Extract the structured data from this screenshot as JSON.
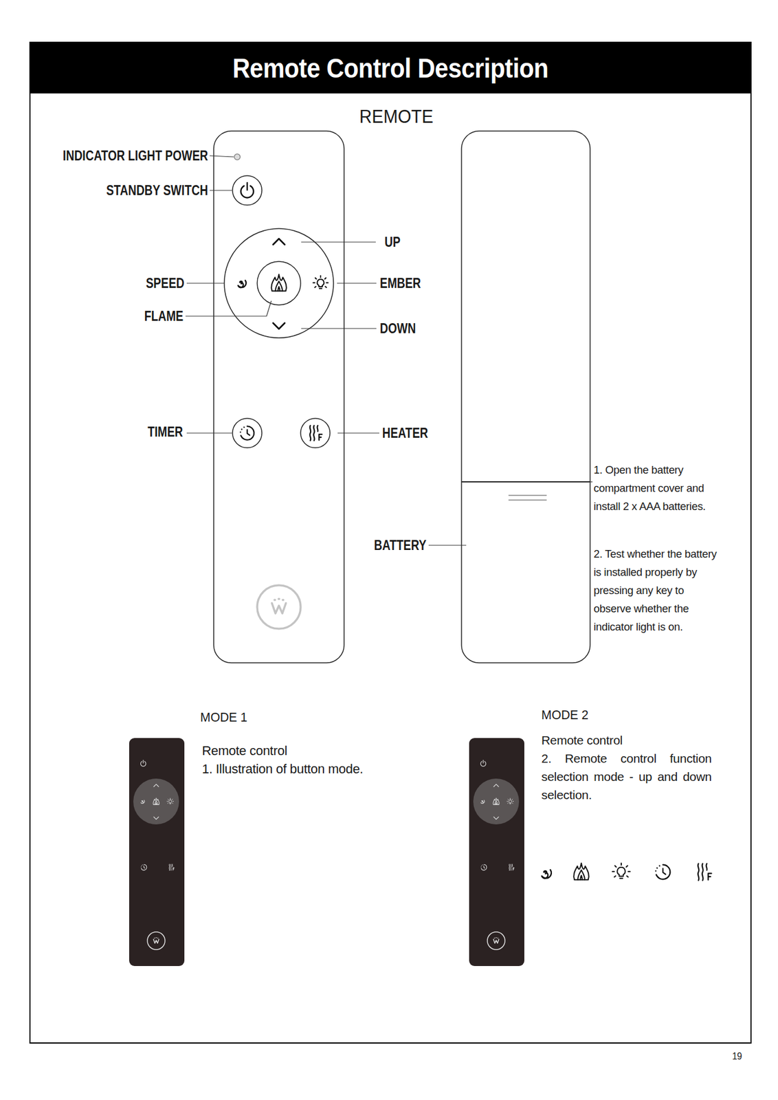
{
  "diagram": {
    "title": "Remote Control Description",
    "labels": [
      "REMOTE",
      "INDICATOR LIGHT POWER",
      "STANDBY SWITCH",
      "UP",
      "SPEED",
      "EMBER",
      "FLAME",
      "DOWN",
      "TIMER",
      "HEATER",
      "BATTERY",
      "1. Open the battery compartment cover and install 2 x AAA batteries.",
      "2. Test whether the battery is installed properly by pressing any key to observe whether the indicator light is on.",
      "MODE 1",
      "Remote control",
      "1. Illustration of button mode.",
      "MODE 2",
      "Remote control",
      "2. Remote control function selection mode - up and down selection.",
      "19"
    ]
  }
}
